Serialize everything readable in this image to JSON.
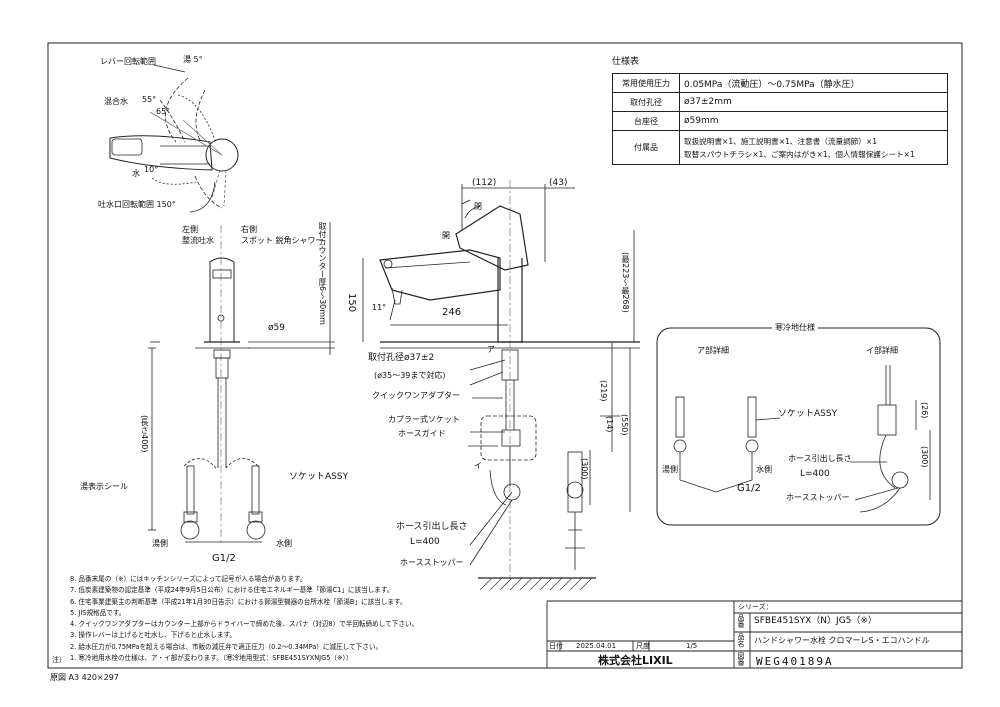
{
  "top_view": {
    "lever_range": "レバー回転範囲",
    "hot_angle": "湯 5°",
    "mixed": "混合水",
    "angle_55": "55°",
    "angle_65": "65°",
    "cold": "水",
    "angle_10": "10°",
    "spout_range": "吐水口回転範囲 150°"
  },
  "front_view": {
    "left_side": "左側",
    "left_mode": "整流吐水",
    "right_side": "右側",
    "right_mode": "スポット 鋭角シャワー",
    "counter_thickness": "取付カウンター厚6～30mm",
    "dia59": "ø59",
    "length400": "(長さ400)",
    "temp_seal": "湯表示シール",
    "socket": "ソケットASSY",
    "hot_side": "湯側",
    "cold_side": "水側",
    "g12": "G1/2"
  },
  "side_view": {
    "dim112": "(112)",
    "dim43": "(43)",
    "open": "閉",
    "open2": "開",
    "dim150": "150",
    "angle11": "11°",
    "dim246": "246",
    "dim223_268": "(最223～最268)",
    "mount_hole": "取付孔径ø37±2",
    "mount_hole_range": "(ø35～39まで対応)",
    "quick_adapter": "クイックワンアダプター",
    "coupler": "カプラー式ソケット",
    "hose_guide": "ホースガイド",
    "dim219": "(219)",
    "dim14": "(14)",
    "dim550": "(550)",
    "dim300": "(300)",
    "hose_length_label": "ホース引出し長さ",
    "hose_length": "L=400",
    "hose_stopper": "ホースストッパー",
    "i_mark": "イ",
    "a_mark": "ア"
  },
  "cold_spec": {
    "title": "寒冷地仕様",
    "a_detail": "ア部詳細",
    "i_detail": "イ部詳細",
    "socket": "ソケットASSY",
    "hot_side": "湯側",
    "cold_side": "水側",
    "g12": "G1/2",
    "hose_length_label": "ホース引出し長さ",
    "hose_length": "L=400",
    "hose_stopper": "ホースストッパー",
    "dim26": "(26)",
    "dim300": "(300)"
  },
  "spec_table": {
    "title": "仕様表",
    "rows": [
      {
        "key": "常用使用圧力",
        "value": "0.05MPa（流動圧）～0.75MPa（静水圧）"
      },
      {
        "key": "取付孔径",
        "value": "ø37±2mm"
      },
      {
        "key": "台座径",
        "value": "ø59mm"
      },
      {
        "key": "付属品",
        "value": "取扱説明書×1、施工説明書×1、注意書（流量調節）×1",
        "value2": "取替スパウトチラシ×1、ご案内はがき×1、個人情報保護シート×1"
      }
    ]
  },
  "notes": {
    "label": "注）",
    "lines": [
      "8. 品番末尾の（※）にはキッチンシリーズによって記号が入る場合があります。",
      "7. 低炭素建築物の認定基準（平成24年9月5日公布）における住宅エネルギー基準「節湯C1」に該当します。",
      "6. 住宅事業建築主の判断基準（平成21年1月30日告示）における節湯型機器の台所水栓「節湯B」に該当します。",
      "5. JIS規格品です。",
      "4. クイックワンアダプターはカウンター上部からドライバーで締めた後、スパナ（対辺8）で半回転締めして下さい。",
      "3. 操作レバーは上げると吐水し、下げると止水します。",
      "2. 給水圧力が0.75MPaを超える場合は、市販の減圧弁で適正圧力（0.2～0.34MPa）に減圧して下さい。",
      "1. 寒冷地用水栓の仕様は、ア・イ部が変わります。（寒冷地用型式：SFBE451SYXNJG5（※））"
    ]
  },
  "title_block": {
    "date_label": "日付",
    "date": "2025.04.01",
    "scale_label": "尺度",
    "scale": "1/5",
    "company": "株式会社LIXIL",
    "series_label": "シリーズ：",
    "model_label": "品番",
    "model": "SFBE451SYX（N）JG5（※）",
    "name_label": "品名",
    "name": "ハンドシャワー水栓 クロマーレS・エコハンドル",
    "drawing_no_label": "図番",
    "drawing_no": "WEG40189A"
  },
  "sheet": {
    "original": "原図 A3 420×297"
  }
}
